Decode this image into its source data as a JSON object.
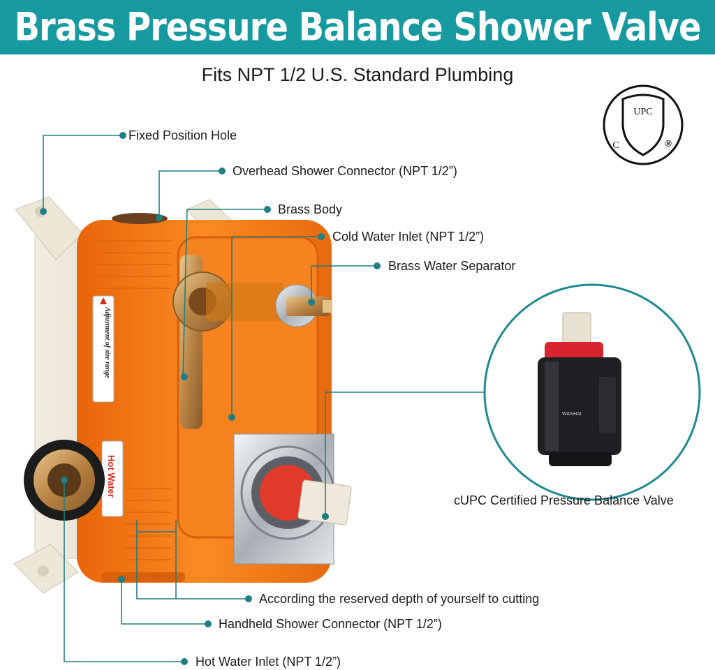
{
  "banner": {
    "title": "Brass Pressure Balance Shower Valve"
  },
  "subtitle": "Fits NPT 1/2 U.S.  Standard Plumbing",
  "certification_mark": {
    "top_text": "UPC",
    "left_letter": "C",
    "right_mark": "®"
  },
  "callouts": {
    "fixed_hole": "Fixed Position Hole",
    "overhead": "Overhead Shower Connector (NPT 1/2”)",
    "brass_body": "Brass Body",
    "cold_inlet": "Cold Water Inlet (NPT 1/2”)",
    "separator": "Brass Water Separator",
    "depth": "According the reserved depth of yourself to cutting",
    "handheld": "Handheld Shower Connector (NPT 1/2”)",
    "hot_inlet": "Hot Water Inlet (NPT 1/2”)"
  },
  "labels": {
    "adjustment": "Adjustment of size range",
    "hot_water": "Hot Water",
    "cartridge_brand": "WANHAI"
  },
  "valve_caption": "cUPC Certified Pressure Balance Valve",
  "colors": {
    "teal": "#169aa0",
    "orange": "#f57a14",
    "brass": "#c99a5a",
    "chrome": "#c8ccd0"
  }
}
